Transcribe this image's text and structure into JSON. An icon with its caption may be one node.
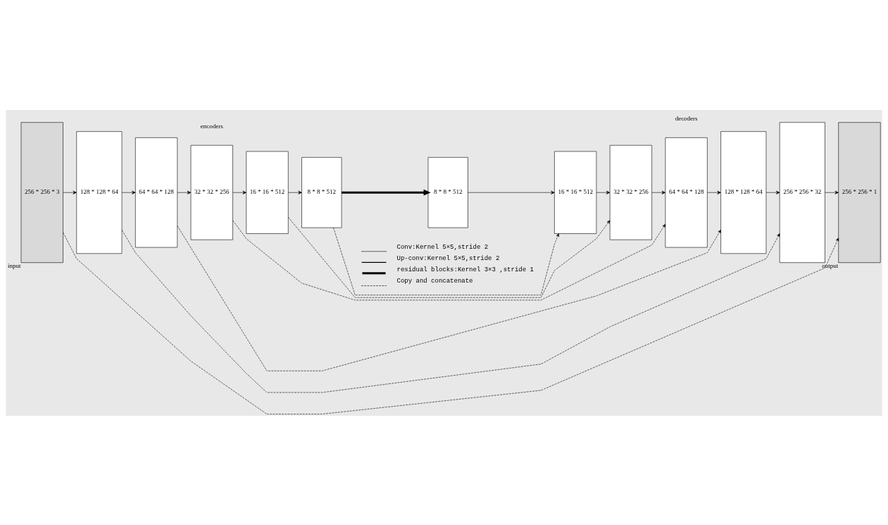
{
  "diagram": {
    "nodes": [
      {
        "text": [
          "256 * 256 * 3"
        ],
        "beside": [
          "input"
        ]
      },
      {
        "text": [
          "128 * 128 * 64"
        ]
      },
      {
        "text": [
          "64 * 64 * 128"
        ]
      },
      {
        "text": [
          "32 * 32 * 256"
        ]
      },
      {
        "text": [
          "16 * 16 * 512"
        ]
      },
      {
        "text": [
          "8 * 8 * 512"
        ]
      },
      {
        "text": [
          "8 * 8 * 512"
        ]
      },
      {
        "text": [
          "16 * 16 * 512"
        ]
      },
      {
        "text": [
          "32 * 32 * 256"
        ]
      },
      {
        "text": [
          "64 * 64 * 128"
        ]
      },
      {
        "text": [
          "128 * 128 * 64"
        ]
      },
      {
        "text": [
          "256 * 256 * 32"
        ]
      },
      {
        "text": [
          "256 * 256 * 1"
        ],
        "beside": [
          "output"
        ]
      }
    ],
    "edges": [
      {
        "from": 0,
        "to": 1,
        "arrow": "to"
      },
      {
        "from": 1,
        "to": 2,
        "arrow": "to"
      },
      {
        "from": 2,
        "to": 3,
        "arrow": "to"
      },
      {
        "from": 3,
        "to": 4,
        "arrow": "to"
      },
      {
        "from": 4,
        "to": 5,
        "arrow": "to"
      },
      {
        "from": 5,
        "to": 6,
        "arrow": "to",
        "style": "thick"
      },
      {
        "from": 6,
        "to": 7,
        "arrow": "to"
      },
      {
        "from": 7,
        "to": 8,
        "arrow": "to"
      },
      {
        "from": 8,
        "to": 9,
        "arrow": "to"
      },
      {
        "from": 9,
        "to": 10,
        "arrow": "to"
      },
      {
        "from": 10,
        "to": 11,
        "arrow": "to"
      },
      {
        "from": 11,
        "to": 12,
        "arrow": "to"
      },
      {
        "from": 0,
        "to": 12,
        "arrow": "to",
        "style": "dashed"
      },
      {
        "from": 1,
        "to": 11,
        "arrow": "to",
        "style": "dashed"
      },
      {
        "from": 2,
        "to": 10,
        "arrow": "to",
        "style": "dashed"
      },
      {
        "from": 3,
        "to": 9,
        "arrow": "to",
        "style": "dashed"
      },
      {
        "from": 4,
        "to": 8,
        "arrow": "to",
        "style": "dashed"
      },
      {
        "from": 5,
        "to": 7,
        "arrow": "to",
        "style": "dashed"
      }
    ],
    "labels": [
      "encoders",
      "decoders"
    ],
    "legend": [
      {
        "text": "Conv:Kernel 5×5,stride 2"
      },
      {
        "text": "Up-conv:Kernel 5×5,stride 2"
      },
      {
        "text": "residual blocks:Kernel 3×3 ,stride 1"
      },
      {
        "text": "Copy and concatenate"
      }
    ]
  }
}
